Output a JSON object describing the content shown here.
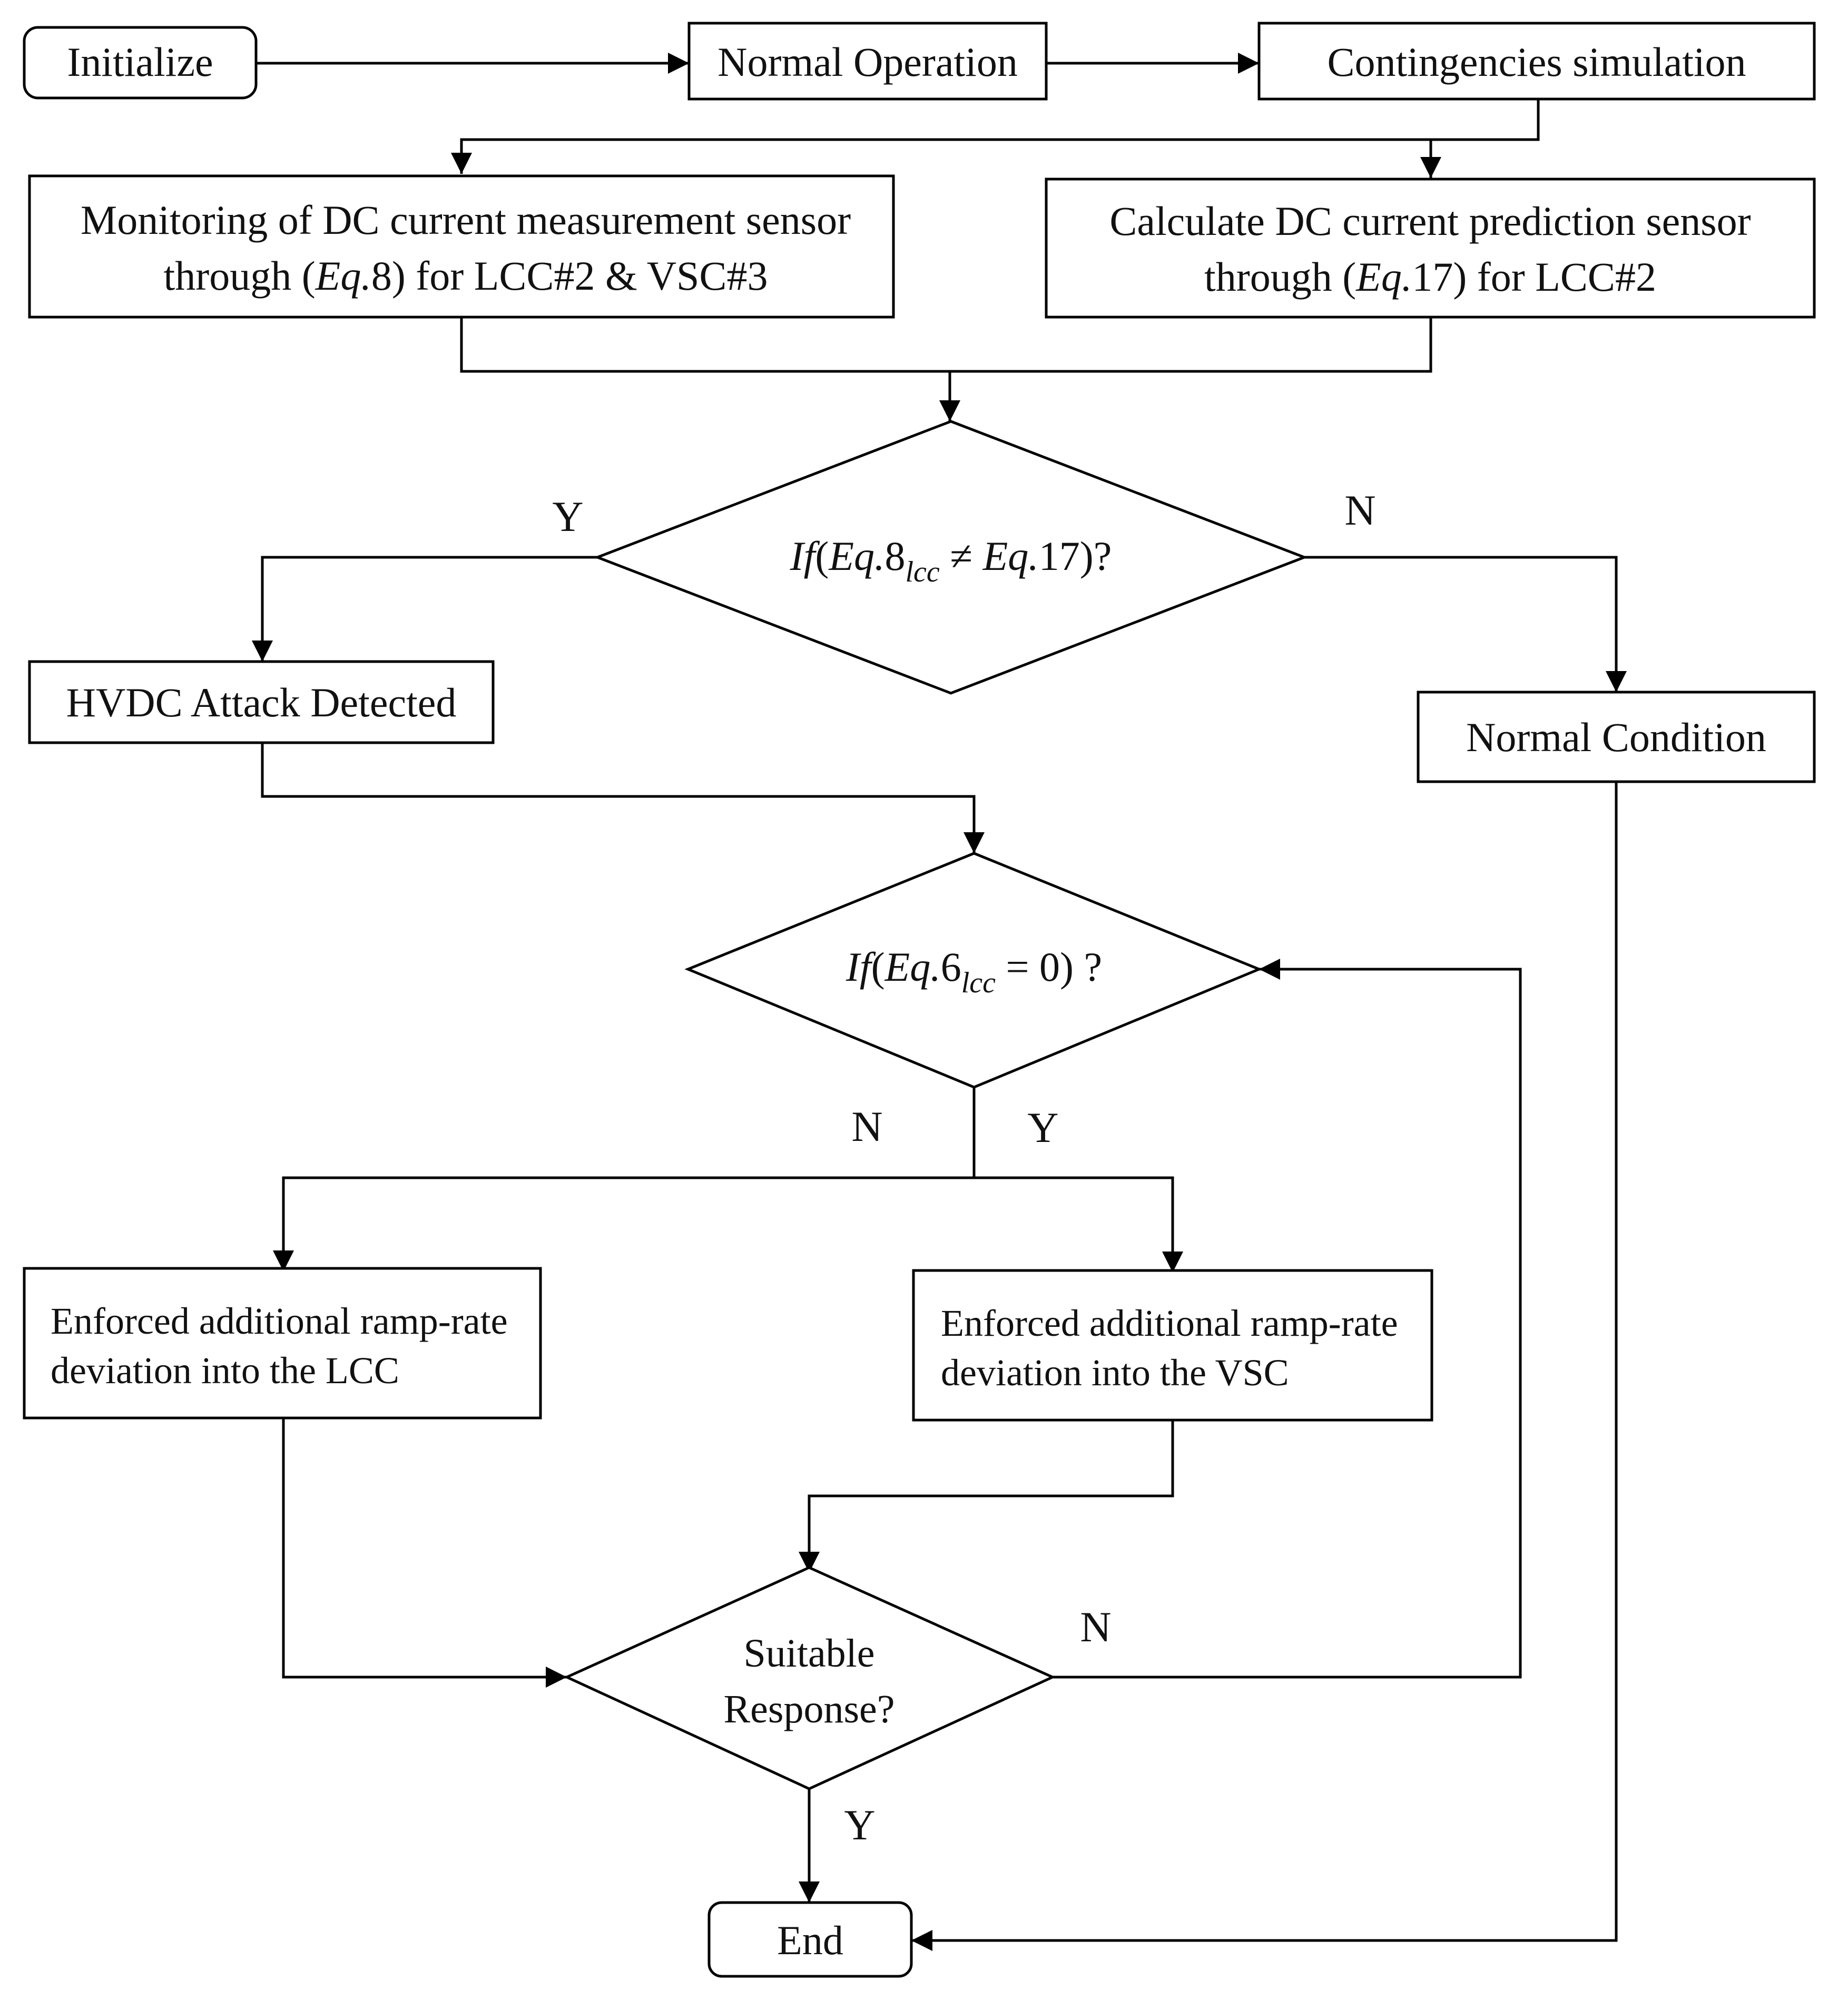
{
  "nodes": {
    "initialize": "Initialize",
    "normal_operation": "Normal Operation",
    "contingencies": "Contingencies simulation",
    "monitoring": {
      "line1": "Monitoring of DC current measurement sensor",
      "line2_pre": "through (",
      "line2_eq": "Eq.",
      "line2_post": "8) for LCC#2 & VSC#3"
    },
    "calculate": {
      "line1": "Calculate DC current prediction sensor",
      "line2_pre": "through (",
      "line2_eq": "Eq.",
      "line2_post": "17) for LCC#2"
    },
    "decision1": {
      "if": "If",
      "open": "(",
      "eq_a": "Eq.",
      "num_a": "8",
      "sub": "lcc",
      "neq": " ≠ ",
      "eq_b": "Eq.",
      "rest": "17)?"
    },
    "attack_detected": "HVDC Attack Detected",
    "normal_condition": "Normal Condition",
    "decision2": {
      "if": "If",
      "open": "(",
      "eq": "Eq.",
      "num": "6",
      "sub": "lcc",
      "rest": " = 0) ?"
    },
    "ramp_lcc": {
      "line1": "Enforced additional ramp-rate",
      "line2": "deviation into the LCC"
    },
    "ramp_vsc": {
      "line1": "Enforced additional ramp-rate",
      "line2": "deviation into the VSC"
    },
    "suitable": {
      "line1": "Suitable",
      "line2": "Response?"
    },
    "end": "End"
  },
  "branch_labels": {
    "d1_yes": "Y",
    "d1_no": "N",
    "d2_no": "N",
    "d2_yes": "Y",
    "d3_no": "N",
    "d3_yes": "Y"
  },
  "colors": {
    "stroke": "#000000",
    "text": "#111111",
    "background": "#ffffff"
  }
}
